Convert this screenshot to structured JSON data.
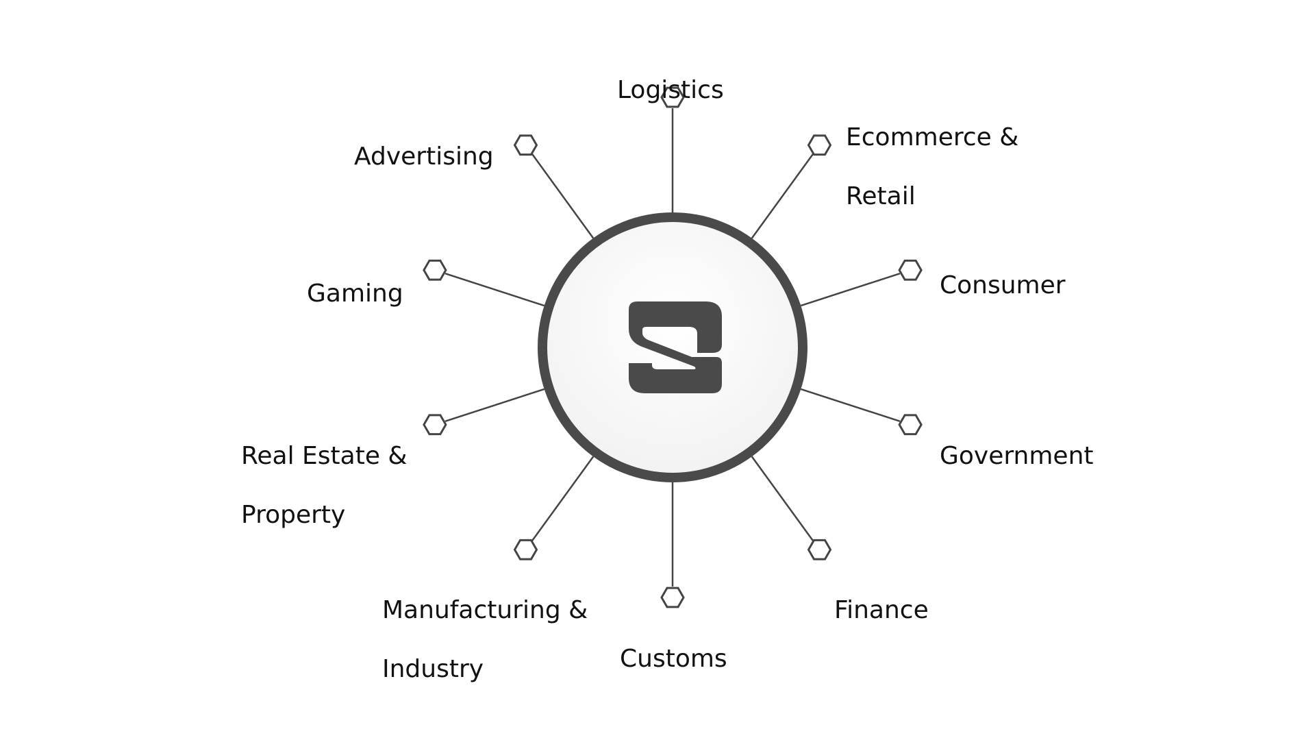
{
  "colors": {
    "background": "#ffffff",
    "ring": "#4a4a4a",
    "connector": "#444444",
    "node_fill": "#ffffff",
    "node_stroke": "#444444",
    "logo": "#4a4a4a",
    "text": "#111111"
  },
  "hub": {
    "logo_icon": "s-logo-icon"
  },
  "spokes": [
    {
      "id": "logistics",
      "lines": [
        "Logistics"
      ]
    },
    {
      "id": "ecommerce-retail",
      "lines": [
        "Ecommerce &",
        "Retail"
      ]
    },
    {
      "id": "consumer",
      "lines": [
        "Consumer"
      ]
    },
    {
      "id": "government",
      "lines": [
        "Government"
      ]
    },
    {
      "id": "finance",
      "lines": [
        "Finance"
      ]
    },
    {
      "id": "customs",
      "lines": [
        "Customs"
      ]
    },
    {
      "id": "manufacturing-industry",
      "lines": [
        "Manufacturing &",
        "Industry"
      ]
    },
    {
      "id": "real-estate-property",
      "lines": [
        "Real Estate &",
        "Property"
      ]
    },
    {
      "id": "gaming",
      "lines": [
        "Gaming"
      ]
    },
    {
      "id": "advertising",
      "lines": [
        "Advertising"
      ]
    }
  ]
}
